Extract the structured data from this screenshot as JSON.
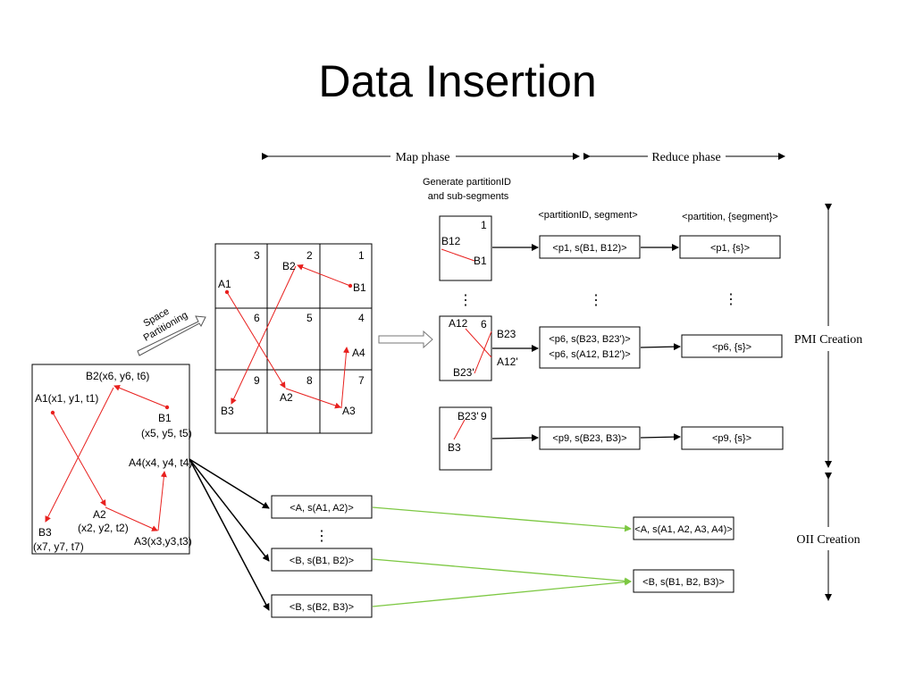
{
  "title": "Data Insertion",
  "phases": {
    "map": "Map phase",
    "reduce": "Reduce phase"
  },
  "space_partitioning": [
    "Space",
    "Partitioning"
  ],
  "generate": [
    "Generate partitionID",
    "and sub-segments"
  ],
  "headers": {
    "mid": "<partitionID, segment>",
    "right": "<partition, {segment}>"
  },
  "raw": {
    "b2": "B2(x6, y6, t6)",
    "a1": "A1(x1, y1, t1)",
    "b1": "B1",
    "b1c": "(x5, y5, t5)",
    "a4": "A4(x4, y4, t4)",
    "a2": "A2",
    "a2c": "(x2, y2, t2)",
    "b3": "B3",
    "b3c": "(x7, y7, t7)",
    "a3": "A3(x3,y3,t3)"
  },
  "grid": {
    "cells": [
      "3",
      "2",
      "1",
      "6",
      "5",
      "4",
      "9",
      "8",
      "7"
    ],
    "labels": {
      "a1": "A1",
      "b2": "B2",
      "b1": "B1",
      "a4": "A4",
      "a2": "A2",
      "a3": "A3",
      "b3": "B3"
    }
  },
  "p1": {
    "num": "1",
    "b12": "B12",
    "b1": "B1"
  },
  "p6": {
    "num": "6",
    "a12": "A12",
    "b23": "B23",
    "a12p": "A12'",
    "b23p": "B23'"
  },
  "p9": {
    "num": "9",
    "b23p": "B23'",
    "b3": "B3"
  },
  "dots": "⋮",
  "map_out": {
    "r1": "<p1, s(B1, B12)>",
    "r6a": "<p6, s(B23, B23')>",
    "r6b": "<p6, s(A12, B12')>",
    "r9": "<p9, s(B23, B3)>",
    "oa": "<A, s(A1, A2)>",
    "ob1": "<B, s(B1, B2)>",
    "ob2": "<B, s(B2, B3)>"
  },
  "reduce_out": {
    "r1": "<p1, {s}>",
    "r6": "<p6, {s}>",
    "r9": "<p9, {s}>",
    "oa": "<A, s(A1, A2, A3, A4)>",
    "ob": "<B, s(B1, B2, B3)>"
  },
  "side": {
    "pmi": "PMI Creation",
    "oii": "OII Creation"
  },
  "colors": {
    "trajectory": "#e8201e",
    "merge": "#7dc843",
    "line": "#000000"
  }
}
